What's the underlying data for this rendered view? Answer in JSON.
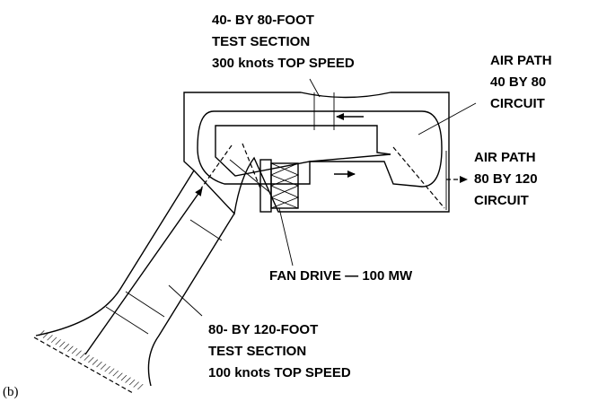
{
  "labels": {
    "test_section_40x80": [
      "40- BY 80-FOOT",
      "TEST SECTION",
      "300 knots TOP SPEED"
    ],
    "air_path_40x80": [
      "AIR PATH",
      "40 BY 80",
      "CIRCUIT"
    ],
    "air_path_80x120": [
      "AIR PATH",
      "80 BY 120",
      "CIRCUIT"
    ],
    "fan_drive": "FAN DRIVE — 100 MW",
    "test_section_80x120": [
      "80- BY 120-FOOT",
      "TEST SECTION",
      "100 knots TOP SPEED"
    ],
    "panel": "(b)"
  }
}
